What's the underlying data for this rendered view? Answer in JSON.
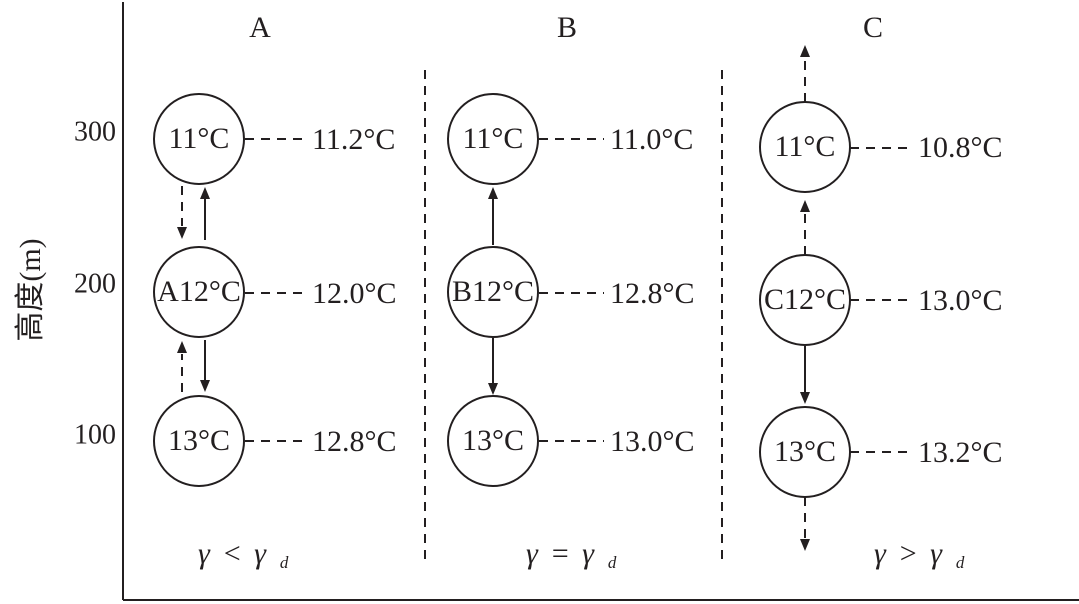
{
  "axis": {
    "ylabel": "高度(m)",
    "ticks": [
      "300",
      "200",
      "100"
    ]
  },
  "panels": [
    {
      "title": "A",
      "parcels": [
        "11°C",
        "A12°C",
        "13°C"
      ],
      "environment": [
        "11.2°C",
        "12.0°C",
        "12.8°C"
      ],
      "condition": {
        "gamma": "γ",
        "relation": "<",
        "gamma_d": "γ",
        "sub": "d"
      }
    },
    {
      "title": "B",
      "parcels": [
        "11°C",
        "B12°C",
        "13°C"
      ],
      "environment": [
        "11.0°C",
        "12.8°C",
        "13.0°C"
      ],
      "condition": {
        "gamma": "γ",
        "relation": "=",
        "gamma_d": "γ",
        "sub": "d"
      }
    },
    {
      "title": "C",
      "parcels": [
        "11°C",
        "C12°C",
        "13°C"
      ],
      "environment": [
        "10.8°C",
        "13.0°C",
        "13.2°C"
      ],
      "condition": {
        "gamma": "γ",
        "relation": ">",
        "gamma_d": "γ",
        "sub": "d"
      }
    }
  ],
  "colors": {
    "ink": "#231f20",
    "background": "#ffffff"
  }
}
